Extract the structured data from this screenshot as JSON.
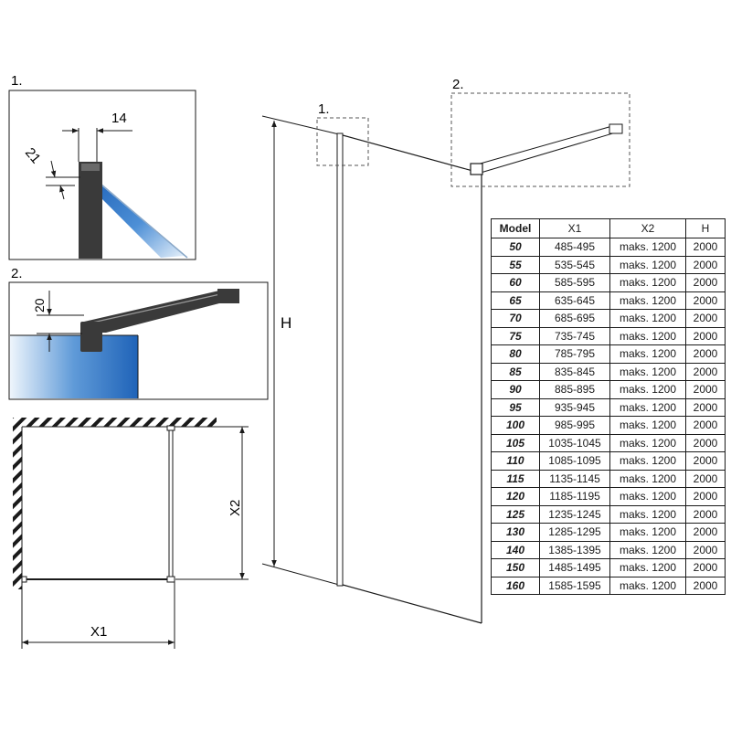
{
  "detail_1": {
    "label": "1.",
    "dim_top": "14",
    "dim_side": "21"
  },
  "detail_2": {
    "label": "2.",
    "dim": "20"
  },
  "elevation": {
    "callout_1": "1.",
    "callout_2": "2.",
    "height_label": "H"
  },
  "plan": {
    "x1_label": "X1",
    "x2_label": "X2"
  },
  "table": {
    "headers": [
      "Model",
      "X1",
      "X2",
      "H"
    ],
    "rows": [
      [
        "50",
        "485-495",
        "maks. 1200",
        "2000"
      ],
      [
        "55",
        "535-545",
        "maks. 1200",
        "2000"
      ],
      [
        "60",
        "585-595",
        "maks. 1200",
        "2000"
      ],
      [
        "65",
        "635-645",
        "maks. 1200",
        "2000"
      ],
      [
        "70",
        "685-695",
        "maks. 1200",
        "2000"
      ],
      [
        "75",
        "735-745",
        "maks. 1200",
        "2000"
      ],
      [
        "80",
        "785-795",
        "maks. 1200",
        "2000"
      ],
      [
        "85",
        "835-845",
        "maks. 1200",
        "2000"
      ],
      [
        "90",
        "885-895",
        "maks. 1200",
        "2000"
      ],
      [
        "95",
        "935-945",
        "maks. 1200",
        "2000"
      ],
      [
        "100",
        "985-995",
        "maks. 1200",
        "2000"
      ],
      [
        "105",
        "1035-1045",
        "maks. 1200",
        "2000"
      ],
      [
        "110",
        "1085-1095",
        "maks. 1200",
        "2000"
      ],
      [
        "115",
        "1135-1145",
        "maks. 1200",
        "2000"
      ],
      [
        "120",
        "1185-1195",
        "maks. 1200",
        "2000"
      ],
      [
        "125",
        "1235-1245",
        "maks. 1200",
        "2000"
      ],
      [
        "130",
        "1285-1295",
        "maks. 1200",
        "2000"
      ],
      [
        "140",
        "1385-1395",
        "maks. 1200",
        "2000"
      ],
      [
        "150",
        "1485-1495",
        "maks. 1200",
        "2000"
      ],
      [
        "160",
        "1585-1595",
        "maks. 1200",
        "2000"
      ]
    ]
  },
  "colors": {
    "glass_blue": "#1f6fc4",
    "glass_light": "#dbe9f7",
    "profile": "#3a3a3a",
    "line": "#1a1a1a"
  }
}
